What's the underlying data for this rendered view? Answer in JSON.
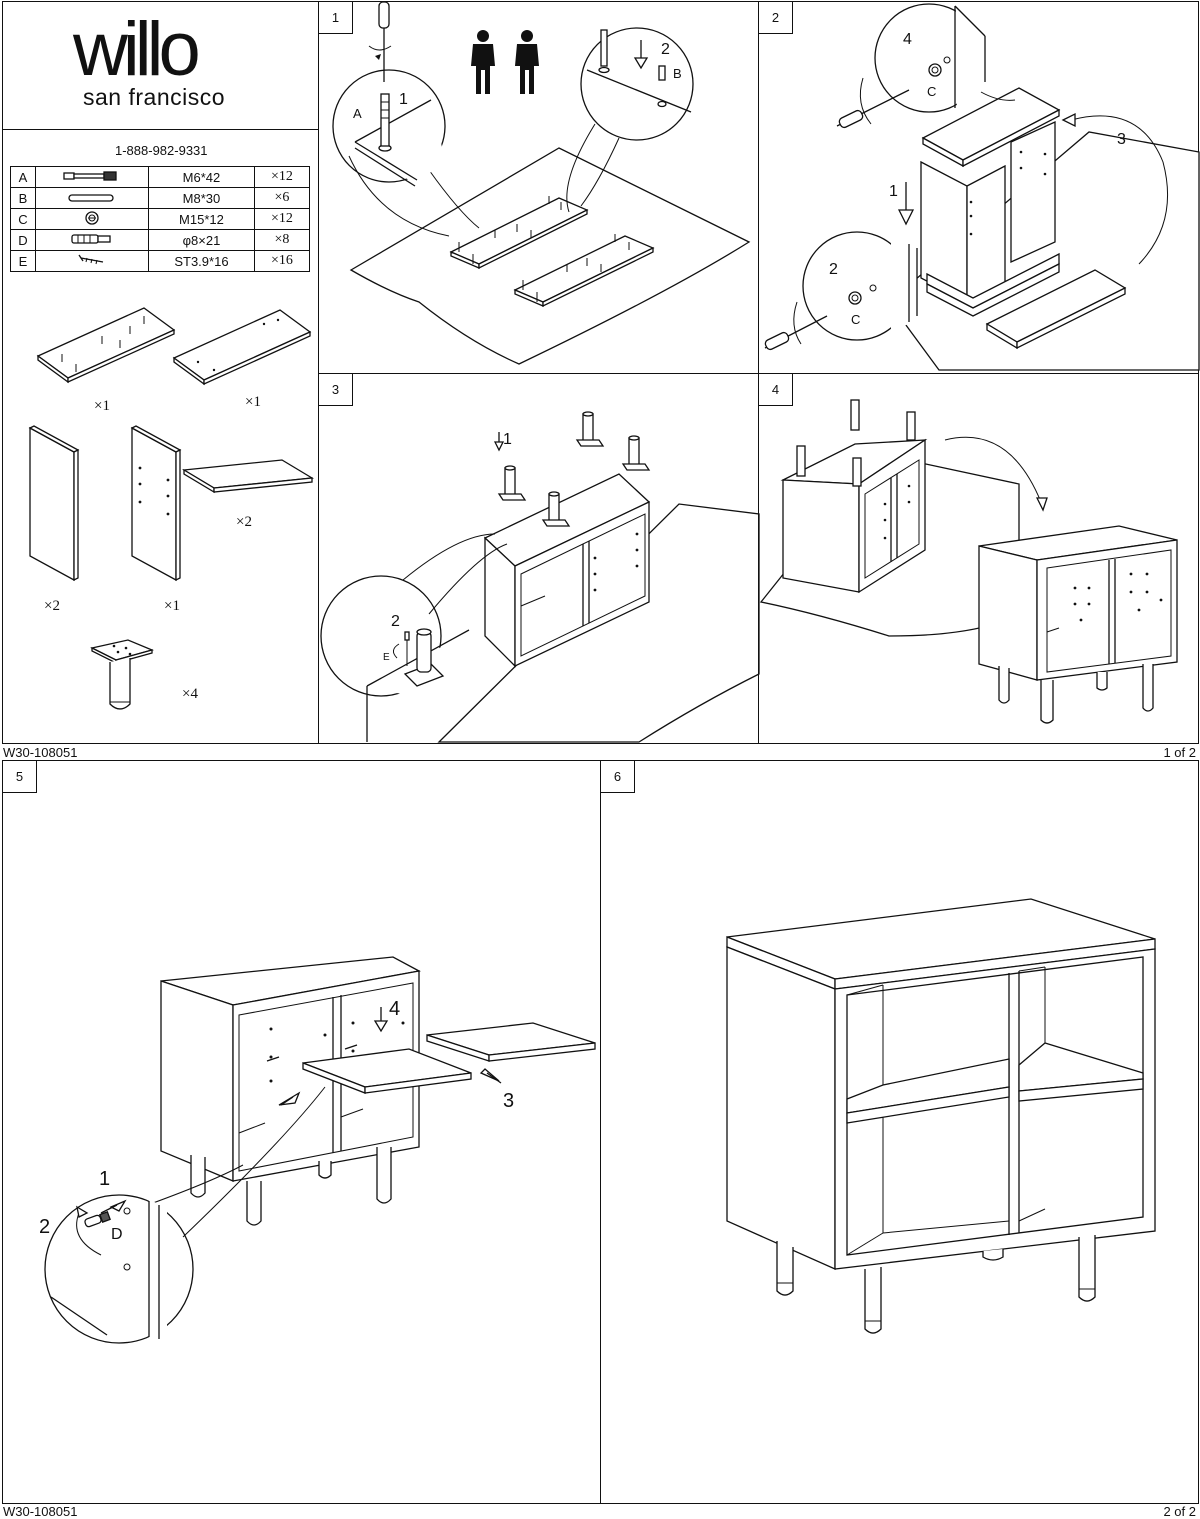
{
  "brand": {
    "name": "willo",
    "tagline": "san francisco"
  },
  "phone": "1-888-982-9331",
  "parts": [
    {
      "letter": "A",
      "icon": "cam-bolt-icon",
      "spec": "M6*42",
      "qty": "×12"
    },
    {
      "letter": "B",
      "icon": "wood-dowel-icon",
      "spec": "M8*30",
      "qty": "×6"
    },
    {
      "letter": "C",
      "icon": "cam-lock-icon",
      "spec": "M15*12",
      "qty": "×12"
    },
    {
      "letter": "D",
      "icon": "shelf-pin-icon",
      "spec": "φ8×21",
      "qty": "×8"
    },
    {
      "letter": "E",
      "icon": "screw-icon",
      "spec": "ST3.9*16",
      "qty": "×16"
    }
  ],
  "panels": [
    {
      "icon": "top-panel-icon",
      "qty": "×1"
    },
    {
      "icon": "bottom-panel-icon",
      "qty": "×1"
    },
    {
      "icon": "side-panel-icon",
      "qty": "×2"
    },
    {
      "icon": "divider-panel-icon",
      "qty": "×1"
    },
    {
      "icon": "shelf-panel-icon",
      "qty": "×2"
    },
    {
      "icon": "leg-icon",
      "qty": "×4"
    }
  ],
  "steps": [
    {
      "number": "1",
      "callouts": [
        "A",
        "1",
        "2",
        "B"
      ]
    },
    {
      "number": "2",
      "callouts": [
        "4",
        "C",
        "3",
        "1",
        "2",
        "C"
      ]
    },
    {
      "number": "3",
      "callouts": [
        "1",
        "2",
        "E"
      ]
    },
    {
      "number": "4"
    },
    {
      "number": "5",
      "callouts": [
        "4",
        "3",
        "1",
        "2",
        "D"
      ]
    },
    {
      "number": "6"
    }
  ],
  "footer": {
    "doc_id_1": "W30-108051",
    "page_1": "1 of 2",
    "doc_id_2": "W30-108051",
    "page_2": "2 of 2"
  }
}
